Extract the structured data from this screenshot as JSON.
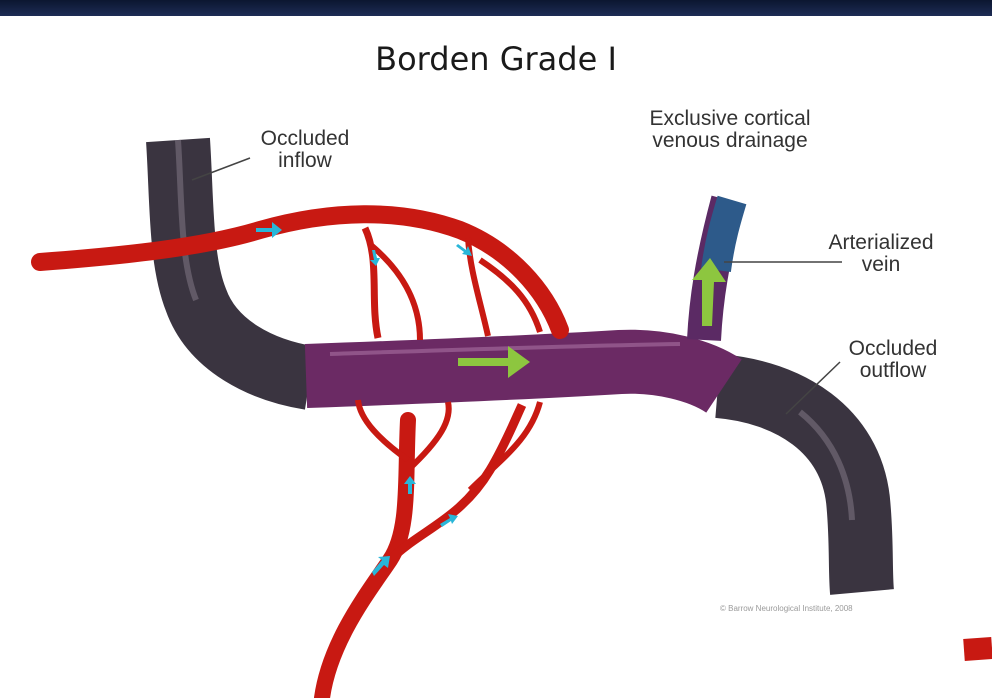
{
  "slide": {
    "title": "Borden Grade I"
  },
  "labels": {
    "occluded_inflow": [
      "Occluded",
      "inflow"
    ],
    "cortical_drainage": [
      "Exclusive cortical",
      "venous drainage"
    ],
    "arterialized_vein": [
      "Arterialized",
      "vein"
    ],
    "occluded_outflow": [
      "Occluded",
      "outflow"
    ]
  },
  "copyright": "© Barrow Neurological Institute, 2008",
  "colors": {
    "artery": "#c81912",
    "vein_occluded": "#3a3440",
    "vein_arterialized": "#6b2a64",
    "cortical_vein": "#2d5a8a",
    "flow_arrow_large": "#8dc63f",
    "flow_arrow_small": "#29b6d8",
    "top_bar": "#0f1a38"
  }
}
